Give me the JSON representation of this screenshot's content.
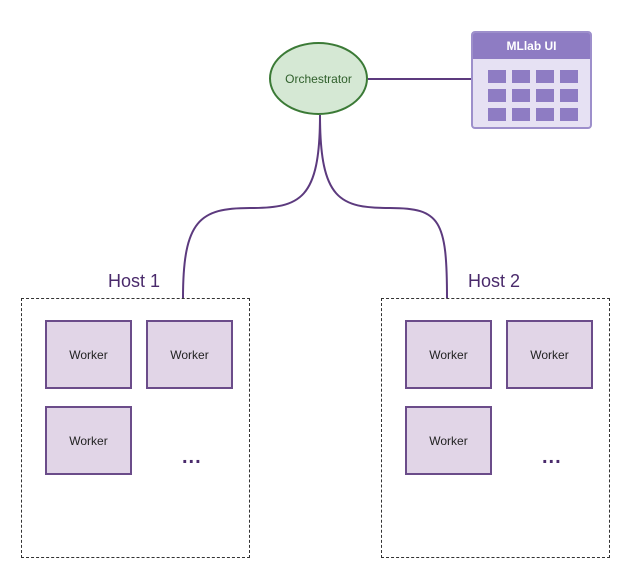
{
  "orchestrator": {
    "label": "Orchestrator"
  },
  "mllab_ui": {
    "title": "MLlab UI",
    "grid_cells": 12
  },
  "hosts": [
    {
      "label": "Host 1",
      "workers": [
        "Worker",
        "Worker",
        "Worker"
      ],
      "more": "..."
    },
    {
      "label": "Host 2",
      "workers": [
        "Worker",
        "Worker",
        "Worker"
      ],
      "more": "..."
    }
  ],
  "colors": {
    "edge": "#5c3a7e",
    "orchestrator_fill": "#d5e8d4",
    "orchestrator_border": "#3b7a36",
    "worker_fill": "#e1d5e7",
    "worker_border": "#6b4c8a",
    "ui_header": "#8e7cc3"
  }
}
